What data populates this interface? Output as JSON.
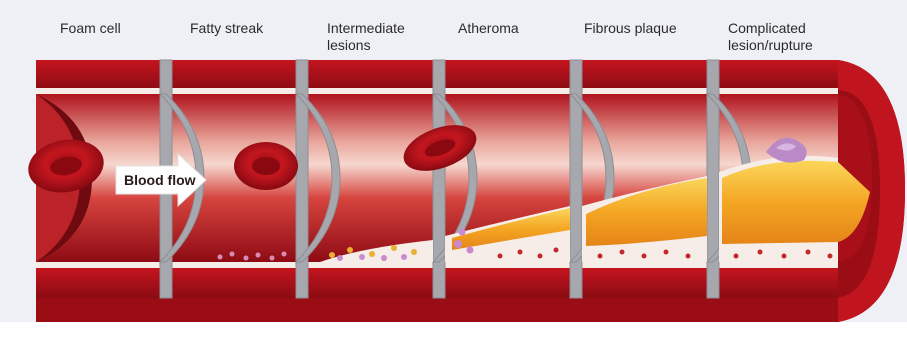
{
  "stages": [
    {
      "id": "foam-cell",
      "lines": [
        "Foam cell"
      ]
    },
    {
      "id": "fatty-streak",
      "lines": [
        "Fatty streak"
      ]
    },
    {
      "id": "intermediate-lesions",
      "lines": [
        "Intermediate",
        "lesions"
      ]
    },
    {
      "id": "atheroma",
      "lines": [
        "Atheroma"
      ]
    },
    {
      "id": "fibrous-plaque",
      "lines": [
        "Fibrous plaque"
      ]
    },
    {
      "id": "complicated-lesion",
      "lines": [
        "Complicated",
        "lesion/rupture"
      ]
    }
  ],
  "flow": {
    "label": "Blood flow"
  },
  "colors": {
    "vessel_wall": "#b3101a",
    "vessel_dark": "#6e0a10",
    "lumen": "#c9202a",
    "lumen_light": "#f4c9c0",
    "intima": "#f6ede8",
    "plaque": "#f2a21e",
    "plaque_light": "#fbd65a",
    "rupture": "#b98ac6"
  }
}
